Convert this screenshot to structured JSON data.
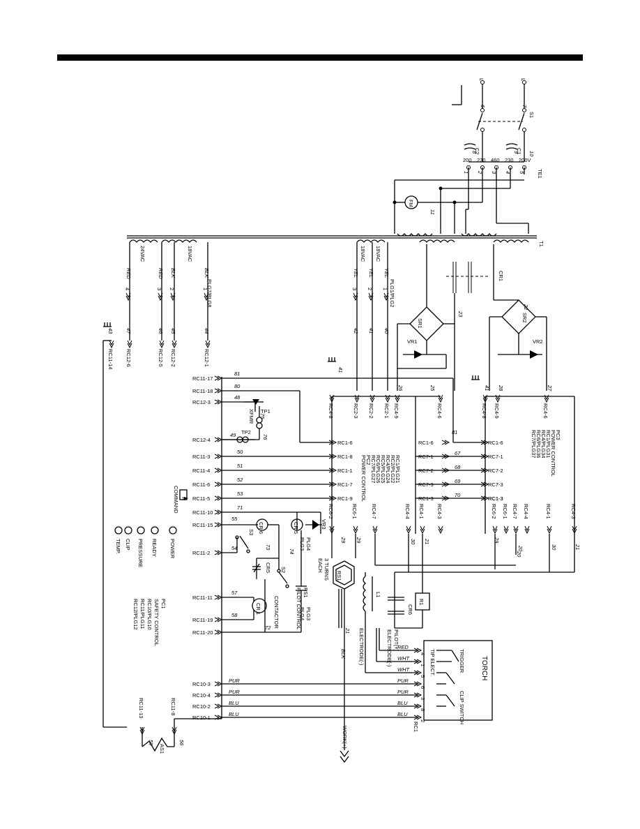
{
  "connectors": {
    "rc11": [
      "RC11-17",
      "RC11-18",
      "RC12-3",
      "RC12-4",
      "RC11-3",
      "RC11-4",
      "RC11-6",
      "RC11-5",
      "RC11-10",
      "RC11-15",
      "RC11-2",
      "RC11-11",
      "RC11-19",
      "RC11-20",
      "RC10-3",
      "RC10-4",
      "RC10-2",
      "RC10-1"
    ],
    "rc1_mid": [
      "RC1-6",
      "RC1-8",
      "RC1-1",
      "RC1-7",
      "RC1-9"
    ],
    "rc7": [
      "RC1-6",
      "RC7-1",
      "RC7-2",
      "RC7-3",
      "RC1-3"
    ],
    "top_left": [
      "RC11-14",
      "RC12-6",
      "RC12-5",
      "RC12-2",
      "RC12-1"
    ],
    "pc2_top": [
      "RC4-8",
      "RC2-3",
      "RC2-2",
      "RC2-1",
      "RC4-9",
      "RC4-6"
    ],
    "pc3_top": [
      "RC4-8",
      "RC4-9",
      "RC4-6"
    ],
    "pc2_bottom": [
      "RC6-2",
      "RC6-1",
      "RC4-7",
      "RC4-4",
      "RC4-1",
      "RC4-3"
    ],
    "pc3_bottom": [
      "RC1-3",
      "RC6-2",
      "RC6-1",
      "RC4-7",
      "RC4-4",
      "RC4-1",
      "RC4-3"
    ],
    "bottom_left": [
      "RC11-13",
      "RC11-8"
    ]
  },
  "wire_numbers": {
    "rc11": [
      "81",
      "80",
      "48",
      "49",
      "50",
      "51",
      "52",
      "53",
      "71",
      "55",
      "54",
      "57",
      "58",
      "72"
    ],
    "left_top": [
      "43",
      "47",
      "46",
      "45",
      "44"
    ],
    "pc2_top": [
      "41",
      "42",
      "41",
      "40",
      "26",
      "25"
    ],
    "pc3_top": [
      "41",
      "28",
      "27"
    ],
    "mid": [
      "67",
      "68",
      "69",
      "70",
      "81"
    ],
    "bottom": [
      "29",
      "29",
      "29",
      "30",
      "21",
      "30",
      "21",
      "20",
      "20"
    ],
    "misc": [
      "73",
      "74",
      "76",
      "75",
      "59",
      "56",
      "21",
      "22",
      "23",
      "1",
      "2",
      "3",
      "4",
      "5",
      "6",
      "7",
      "8",
      "9",
      "10",
      "11"
    ]
  },
  "wire_colors": {
    "xfmr_left": [
      "RED",
      "RED",
      "BLK",
      "BLK"
    ],
    "xfmr_mid": [
      "YEL",
      "YEL",
      "YEL"
    ],
    "torch": [
      "RED",
      "WHT",
      "WHT",
      "PUR",
      "PUR",
      "BLU",
      "BLU"
    ],
    "rc10": [
      "PUR",
      "PUR",
      "BLU",
      "BLU"
    ],
    "work": "BLK"
  },
  "transformer": {
    "taps_left": [
      "24VAC",
      "18VAC"
    ],
    "taps_mid": [
      "18VAC",
      "18VAC"
    ],
    "plug_left": "PLG7/PLG8",
    "plug_mid": "PLG1/PLG2",
    "pin_left": [
      "4",
      "3",
      "2",
      "1"
    ],
    "pin_mid": [
      "3",
      "2",
      "1"
    ],
    "name": "T1"
  },
  "input": {
    "voltage_taps": [
      "200",
      "230",
      "460",
      "230",
      "200V"
    ],
    "capacitors": [
      "C2",
      "C1"
    ],
    "switch": "S1",
    "terminal": "TE1",
    "line_labels": [
      "L",
      "L"
    ],
    "fan": "FM"
  },
  "components": {
    "cr1": "CR1",
    "sr1": "SR1",
    "sr2": "SR2",
    "vr1": "VR1",
    "vr2": "VR2",
    "vr3": "VR3",
    "tp1": "TP1",
    "xfmr": "XFMR",
    "tp2": "TP2",
    "cr6_coil": "CR 6",
    "cr5_coil": "CR 5",
    "cr5": "CR5",
    "s2": "S2",
    "s3": "S3",
    "con_coil": "CR 1",
    "rs1": "RS1",
    "rs1_core": "RS1",
    "l1": "L1",
    "cr6": "CR6",
    "r1": "R1",
    "as1": "AS1",
    "command": "COMMAND",
    "command_box": "R",
    "pilot_control": "PILOT CONTROL",
    "contactor": "CONTACTOR",
    "plg_top": [
      "PLG4",
      "PLG3"
    ],
    "plg_bottom": [
      "PLG3",
      "PLG4"
    ],
    "turns": [
      "3 TURNS",
      "EACH"
    ]
  },
  "indicators": [
    {
      "label": "POWER"
    },
    {
      "label": "READY"
    },
    {
      "label": "PRESSURE"
    },
    {
      "label": "CLIP"
    },
    {
      "label": "TEMP."
    }
  ],
  "boards": {
    "pc1": [
      "PC1",
      "SAFETY CONTROL",
      "RC10/PLG10",
      "RC11/PLG11",
      "RC12/PLG12"
    ],
    "pc2": [
      "RC1/PLG21",
      "RC2/PLG22",
      "RC4/PLG24",
      "RC5/PLG25",
      "RC6/PLG26",
      "RC7/PLG27",
      "PC2",
      "POWER CONTROL"
    ],
    "pc3": [
      "PC3",
      "POWER CONTROL",
      "RC1/PLG31",
      "RC4/PLG34",
      "RC6/PLG36",
      "RC7/PLG37"
    ]
  },
  "torch": {
    "title": "TORCH",
    "parts": [
      "TIP ELECT.",
      "TRIGGER",
      "CLIP SWITCH"
    ],
    "pins": [
      "4",
      "1",
      "5",
      "6",
      "3",
      "8",
      "2"
    ],
    "connector": "RC1",
    "leads": [
      "PILOT(+)",
      "ELECTRODE(-)",
      "ELECTRODE(-)"
    ],
    "work": "WORK(+)"
  },
  "colors": {
    "ink": "#000000",
    "paper": "#ffffff"
  }
}
